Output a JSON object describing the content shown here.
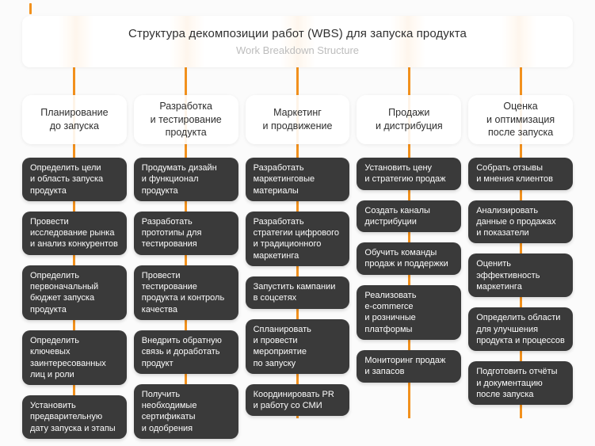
{
  "page": {
    "background": "#FBFBFB",
    "accent_color": "#F2911D",
    "task_card_color": "#3A3A3A"
  },
  "title_card": {
    "title": "Структура декомпозиции работ (WBS) для запуска продукта",
    "subtitle": "Work Breakdown Structure"
  },
  "columns": [
    {
      "header": "Планирование\nдо запуска",
      "tasks": [
        "Определить цели\nи область запуска\nпродукта",
        "Провести\nисследование рынка\nи анализ конкурентов",
        "Определить\nпервоначальный\nбюджет запуска\nпродукта",
        "Определить\nключевых\nзаинтересованных\nлиц и роли",
        "Установить\nпредварительную\nдату запуска и этапы"
      ]
    },
    {
      "header": "Разработка\nи тестирование\nпродукта",
      "tasks": [
        "Продумать дизайн\nи функционал\nпродукта",
        "Разработать\nпрототипы для\nтестирования",
        "Провести\nтестирование\nпродукта и контроль\nкачества",
        "Внедрить обратную\nсвязь и доработать\nпродукт",
        "Получить\nнеобходимые\nсертификаты\nи одобрения"
      ]
    },
    {
      "header": "Маркетинг\nи продвижение",
      "tasks": [
        "Разработать\nмаркетинговые\nматериалы",
        "Разработать\nстратегии цифрового\nи традиционного\nмаркетинга",
        "Запустить кампании\nв соцсетях",
        "Спланировать\nи провести\nмероприятие\nпо запуску",
        "Координировать PR\nи работу со СМИ"
      ]
    },
    {
      "header": "Продажи\nи дистрибуция",
      "tasks": [
        "Установить цену\nи стратегию продаж",
        "Создать каналы\nдистрибуции",
        "Обучить команды\nпродаж и поддержки",
        "Реализовать\ne-commerce\nи розничные\nплатформы",
        "Мониторинг продаж\nи запасов"
      ]
    },
    {
      "header": "Оценка\nи оптимизация\nпосле запуска",
      "tasks": [
        "Собрать отзывы\nи мнения клиентов",
        "Анализировать\nданные о продажах\nи показатели",
        "Оценить\nэффективность\nмаркетинга",
        "Определить области\nдля улучшения\nпродукта и процессов",
        "Подготовить отчёты\nи документацию\nпосле запуска"
      ]
    }
  ]
}
